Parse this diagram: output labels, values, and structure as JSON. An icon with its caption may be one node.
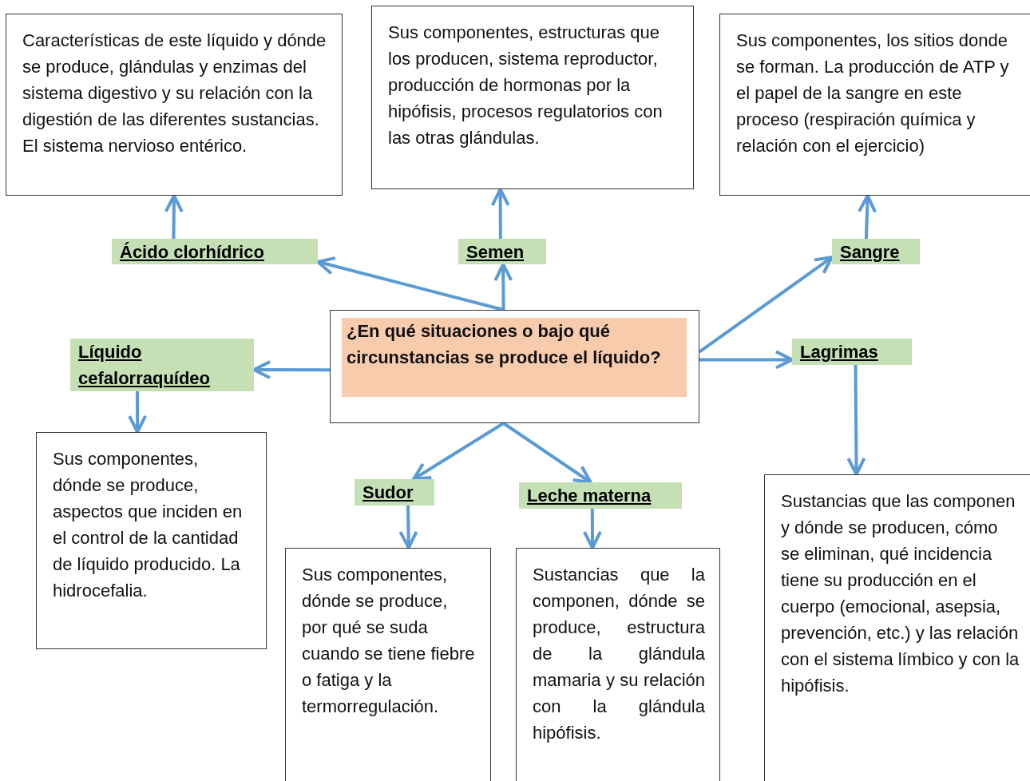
{
  "diagram": {
    "nodes": [
      {
        "text": [
          "Características de este líquido y dónde se produce, glándulas y enzimas del sistema digestivo y su relación con la digestión de las diferentes sustancias. El sistema nervioso entérico."
        ]
      },
      {
        "text": [
          "Sus componentes, estructuras que los producen, sistema reproductor, producción de hormonas por la hipófisis, procesos regulatorios con las otras glándulas."
        ]
      },
      {
        "text": [
          "Sus componentes, los sitios donde se forman. La producción de ATP y el papel de la sangre en este proceso (respiración química y relación con el ejercicio)"
        ]
      },
      {
        "text": [
          "Ácido clorhídrico"
        ]
      },
      {
        "text": [
          "Semen"
        ]
      },
      {
        "text": [
          "Sangre"
        ]
      },
      {
        "text": [
          "¿En qué situaciones o bajo qué circunstancias se produce el líquido?"
        ]
      },
      {
        "text": [
          "Líquido cefalorraquídeo"
        ]
      },
      {
        "text": [
          "Lagrimas"
        ]
      },
      {
        "text": [
          "Sus componentes, dónde se produce, aspectos que inciden en el control de la cantidad de líquido producido. La hidrocefalia."
        ]
      },
      {
        "text": [
          "Sudor"
        ]
      },
      {
        "text": [
          "Leche materna"
        ]
      },
      {
        "text": [
          "Sustancias que las componen y dónde se producen, cómo se eliminan, qué incidencia tiene su producción en el cuerpo (emocional, asepsia, prevención, etc.) y las relación con el sistema límbico y con la hipófisis."
        ]
      },
      {
        "text": [
          "Sus componentes, dónde se produce, por qué se suda cuando se tiene fiebre o fatiga y la termorregulación."
        ]
      },
      {
        "text": [
          "Sustancias que la componen, dónde se produce, estructura de la glándula mamaria y su relación con la glándula hipófisis."
        ]
      }
    ],
    "edges": [
      {
        "from": 6,
        "to": 3,
        "arrow": "to"
      },
      {
        "from": 6,
        "to": 4,
        "arrow": "to"
      },
      {
        "from": 6,
        "to": 5,
        "arrow": "to"
      },
      {
        "from": 6,
        "to": 8,
        "arrow": "to"
      },
      {
        "from": 6,
        "to": 7,
        "arrow": "to"
      },
      {
        "from": 6,
        "to": 10,
        "arrow": "to"
      },
      {
        "from": 6,
        "to": 11,
        "arrow": "to"
      },
      {
        "from": 3,
        "to": 0,
        "arrow": "to"
      },
      {
        "from": 4,
        "to": 1,
        "arrow": "to"
      },
      {
        "from": 5,
        "to": 2,
        "arrow": "to"
      },
      {
        "from": 7,
        "to": 9,
        "arrow": "to"
      },
      {
        "from": 8,
        "to": 12,
        "arrow": "to"
      },
      {
        "from": 10,
        "to": 13,
        "arrow": "to"
      },
      {
        "from": 11,
        "to": 14,
        "arrow": "to"
      }
    ]
  }
}
